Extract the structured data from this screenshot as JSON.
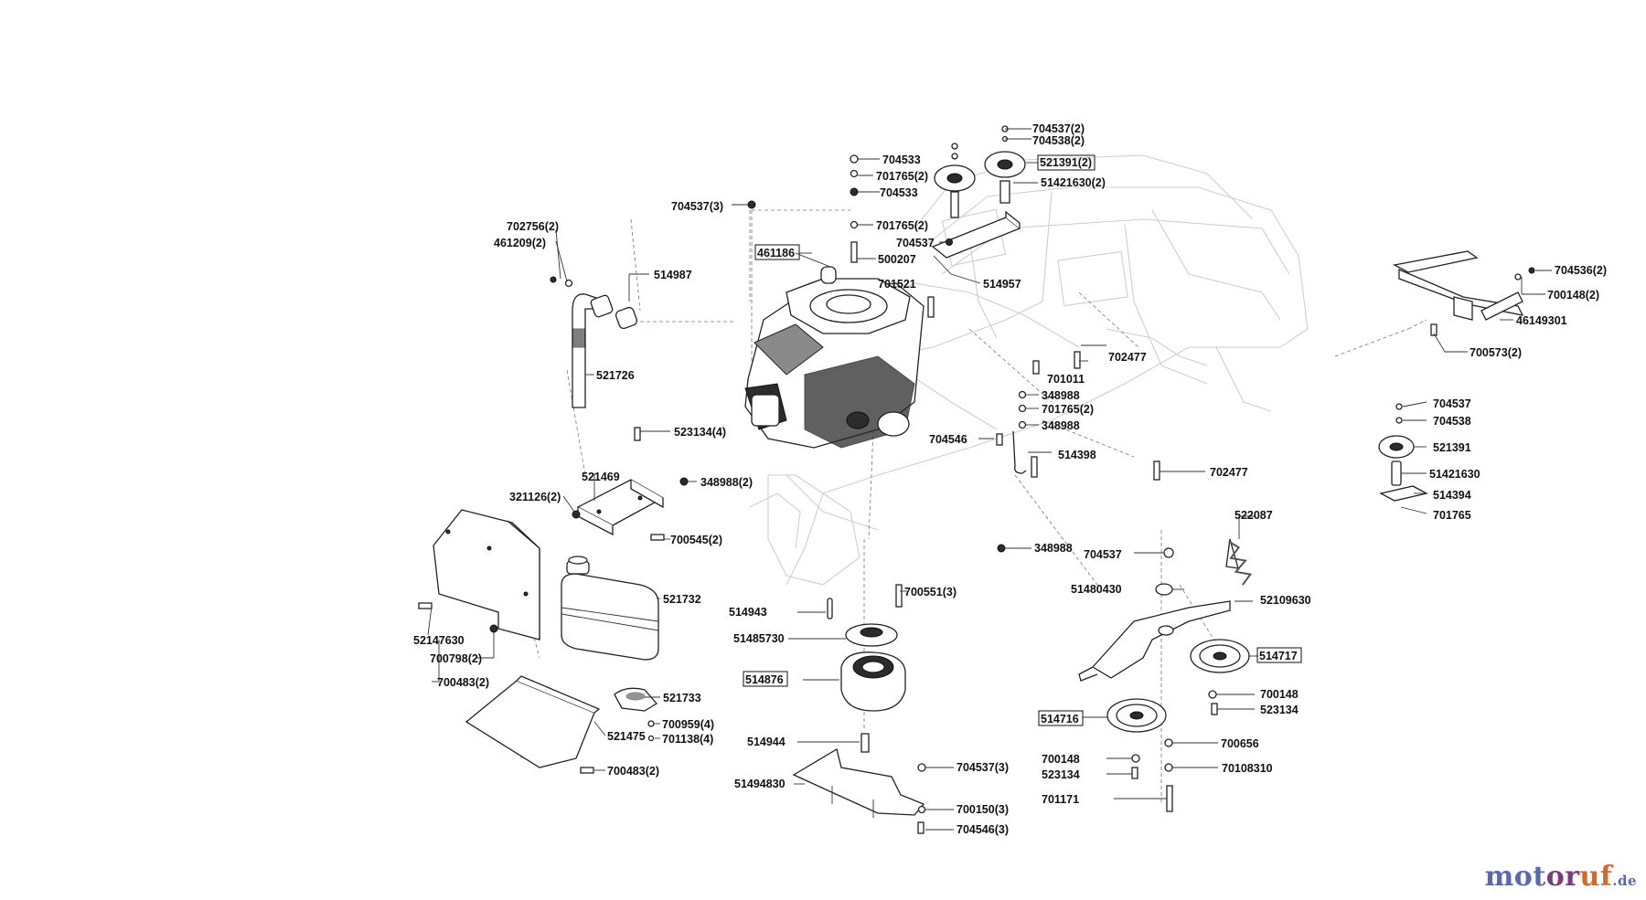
{
  "diagram": {
    "parts": [
      {
        "id": "p704537_2a",
        "text": "704537(2)"
      },
      {
        "id": "p704538_2",
        "text": "704538(2)"
      },
      {
        "id": "p521391_2",
        "text": "521391(2)",
        "boxed": true
      },
      {
        "id": "p51421630_2",
        "text": "51421630(2)"
      },
      {
        "id": "p704533a",
        "text": "704533"
      },
      {
        "id": "p701765_2a",
        "text": "701765(2)"
      },
      {
        "id": "p704533b",
        "text": "704533"
      },
      {
        "id": "p701765_2b",
        "text": "701765(2)"
      },
      {
        "id": "p704537",
        "text": "704537"
      },
      {
        "id": "p500207",
        "text": "500207"
      },
      {
        "id": "p701521",
        "text": "701521"
      },
      {
        "id": "p514957",
        "text": "514957"
      },
      {
        "id": "p461186",
        "text": "461186",
        "boxed": true
      },
      {
        "id": "p704537_3a",
        "text": "704537(3)"
      },
      {
        "id": "p702756_2",
        "text": "702756(2)"
      },
      {
        "id": "p461209_2",
        "text": "461209(2)"
      },
      {
        "id": "p514987",
        "text": "514987"
      },
      {
        "id": "p521726",
        "text": "521726"
      },
      {
        "id": "p523134_4",
        "text": "523134(4)"
      },
      {
        "id": "p521469",
        "text": "521469"
      },
      {
        "id": "p348988_2",
        "text": "348988(2)"
      },
      {
        "id": "p321126_2",
        "text": "321126(2)"
      },
      {
        "id": "p700545_2",
        "text": "700545(2)"
      },
      {
        "id": "p521732",
        "text": "521732"
      },
      {
        "id": "p52147630",
        "text": "52147630"
      },
      {
        "id": "p700798_2",
        "text": "700798(2)"
      },
      {
        "id": "p700483_2a",
        "text": "700483(2)"
      },
      {
        "id": "p521733",
        "text": "521733"
      },
      {
        "id": "p700959_4",
        "text": "700959(4)"
      },
      {
        "id": "p701138_4",
        "text": "701138(4)"
      },
      {
        "id": "p521475",
        "text": "521475"
      },
      {
        "id": "p700483_2b",
        "text": "700483(2)"
      },
      {
        "id": "p702477a",
        "text": "702477"
      },
      {
        "id": "p701011",
        "text": "701011"
      },
      {
        "id": "p348988a",
        "text": "348988"
      },
      {
        "id": "p701765_2c",
        "text": "701765(2)"
      },
      {
        "id": "p348988b",
        "text": "348988"
      },
      {
        "id": "p704546",
        "text": "704546"
      },
      {
        "id": "p514398",
        "text": "514398"
      },
      {
        "id": "p702477b",
        "text": "702477"
      },
      {
        "id": "p348988c",
        "text": "348988"
      },
      {
        "id": "p704537b",
        "text": "704537"
      },
      {
        "id": "p522087",
        "text": "522087"
      },
      {
        "id": "p51480430",
        "text": "51480430"
      },
      {
        "id": "p52109630",
        "text": "52109630"
      },
      {
        "id": "p700551_3",
        "text": "700551(3)"
      },
      {
        "id": "p514943",
        "text": "514943"
      },
      {
        "id": "p51485730",
        "text": "51485730"
      },
      {
        "id": "p514876",
        "text": "514876",
        "boxed": true
      },
      {
        "id": "p514944",
        "text": "514944"
      },
      {
        "id": "p51494830",
        "text": "51494830"
      },
      {
        "id": "p704537_3b",
        "text": "704537(3)"
      },
      {
        "id": "p700150_3",
        "text": "700150(3)"
      },
      {
        "id": "p704546_3",
        "text": "704546(3)"
      },
      {
        "id": "p514717",
        "text": "514717",
        "boxed": true
      },
      {
        "id": "p700148a",
        "text": "700148"
      },
      {
        "id": "p523134a",
        "text": "523134"
      },
      {
        "id": "p514716",
        "text": "514716",
        "boxed": true
      },
      {
        "id": "p700656",
        "text": "700656"
      },
      {
        "id": "p700148b",
        "text": "700148"
      },
      {
        "id": "p523134b",
        "text": "523134"
      },
      {
        "id": "p70108310",
        "text": "70108310"
      },
      {
        "id": "p701171",
        "text": "701171"
      },
      {
        "id": "p704536_2",
        "text": "704536(2)"
      },
      {
        "id": "p700148_2",
        "text": "700148(2)"
      },
      {
        "id": "p46149301",
        "text": "46149301"
      },
      {
        "id": "p700573_2",
        "text": "700573(2)"
      },
      {
        "id": "p704537c",
        "text": "704537"
      },
      {
        "id": "p704538",
        "text": "704538"
      },
      {
        "id": "p521391",
        "text": "521391"
      },
      {
        "id": "p51421630",
        "text": "51421630"
      },
      {
        "id": "p514394",
        "text": "514394"
      },
      {
        "id": "p701765",
        "text": "701765"
      }
    ]
  },
  "watermark": {
    "part1": "mot",
    "part2": "or",
    "part3": "uf",
    "suffix": ".de"
  },
  "colors": {
    "logo_blue": "#5a67b5",
    "logo_purple": "#7a3c7e",
    "logo_orange": "#d36a2a",
    "line": "#222222"
  }
}
